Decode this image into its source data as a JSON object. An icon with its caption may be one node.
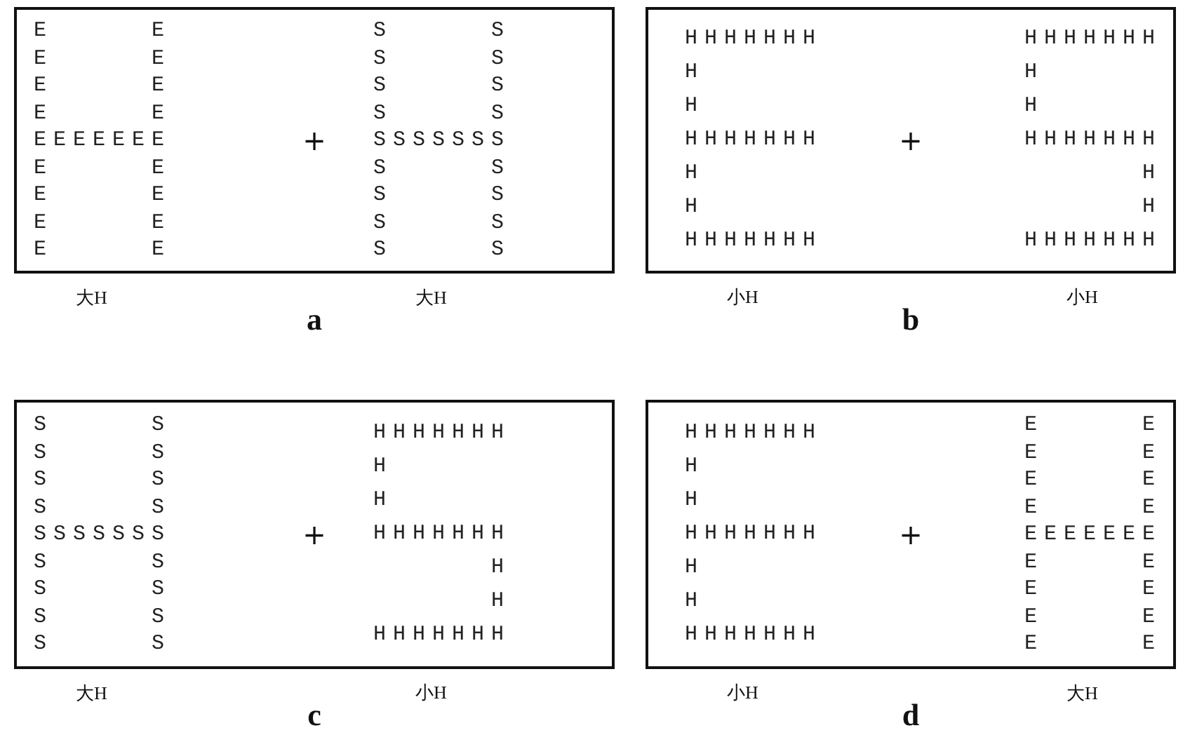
{
  "diagram": {
    "nodes": [
      {
        "text": [
          "+"
        ],
        "beside": [
          "a"
        ]
      },
      {
        "text": [
          "E     E",
          "E     E",
          "E     E",
          "E     E",
          "EEEEEEE",
          "E     E",
          "E     E",
          "E     E",
          "E     E"
        ],
        "in": 0,
        "beside": [
          "大H"
        ]
      },
      {
        "text": [
          "S     S",
          "S     S",
          "S     S",
          "S     S",
          "SSSSSSS",
          "S     S",
          "S     S",
          "S     S",
          "S     S"
        ],
        "in": 0,
        "beside": [
          "大H"
        ]
      },
      {
        "text": [
          "+"
        ],
        "beside": [
          "b"
        ]
      },
      {
        "text": [
          "HHHHHHH",
          "H",
          "H",
          "HHHHHHH",
          "H",
          "H",
          "HHHHHHH"
        ],
        "in": 3,
        "beside": [
          "小H"
        ]
      },
      {
        "text": [
          "HHHHHHH",
          "H",
          "H",
          "HHHHHHH",
          "      H",
          "      H",
          "HHHHHHH"
        ],
        "in": 3,
        "beside": [
          "小H"
        ]
      },
      {
        "text": [
          "+"
        ],
        "beside": [
          "c"
        ]
      },
      {
        "text": [
          "S     S",
          "S     S",
          "S     S",
          "S     S",
          "SSSSSSS",
          "S     S",
          "S     S",
          "S     S",
          "S     S"
        ],
        "in": 6,
        "beside": [
          "大H"
        ]
      },
      {
        "text": [
          "HHHHHHH",
          "H",
          "H",
          "HHHHHHH",
          "      H",
          "      H",
          "HHHHHHH"
        ],
        "in": 6,
        "beside": [
          "小H"
        ]
      },
      {
        "text": [
          "+"
        ],
        "beside": [
          "d"
        ]
      },
      {
        "text": [
          "HHHHHHH",
          "H",
          "H",
          "HHHHHHH",
          "H",
          "H",
          "HHHHHHH"
        ],
        "in": 9,
        "beside": [
          "小H"
        ]
      },
      {
        "text": [
          "E     E",
          "E     E",
          "E     E",
          "E     E",
          "EEEEEEE",
          "E     E",
          "E     E",
          "E     E",
          "E     E"
        ],
        "in": 9,
        "beside": [
          "大H"
        ]
      }
    ]
  }
}
